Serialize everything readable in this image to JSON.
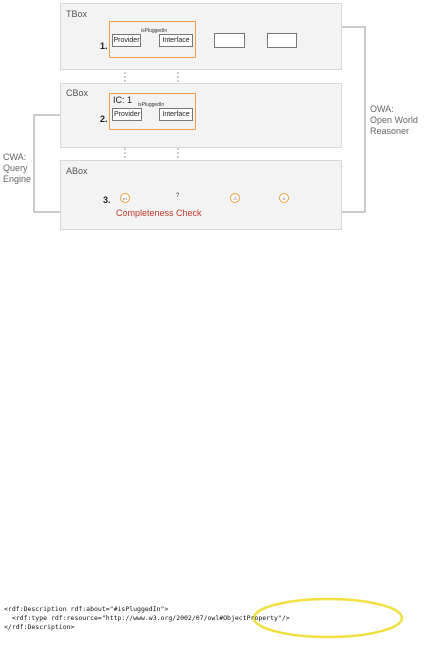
{
  "tbox": {
    "title": "TBox",
    "step": "1.",
    "provider": "Provider",
    "interface": "Interface",
    "edge_label": "isPluggedIn"
  },
  "cbox": {
    "title": "CBox",
    "ic": "IC: 1",
    "step": "2.",
    "provider": "Provider",
    "interface": "Interface",
    "edge_label": "isPluggedIn"
  },
  "abox": {
    "title": "ABox",
    "step": "3.",
    "nodes": [
      "p1",
      "?",
      "i3",
      "i4"
    ],
    "check": "Completeness Check"
  },
  "cwa": [
    "CWA:",
    "Query",
    "Engine"
  ],
  "owa": [
    "OWA:",
    "Open World",
    "Reasoner"
  ],
  "code_lines": [
    "<rdf:Description rdf:about=\"#isPluggedIn\">",
    "  <rdf:type rdf:resource=\"http://www.w3.org/2002/07/owl#ObjectProperty\"/>",
    "</rdf:Description>"
  ],
  "colors": {
    "accent": "#f0a040",
    "check": "#c0392b",
    "highlight": "#f0e040"
  }
}
